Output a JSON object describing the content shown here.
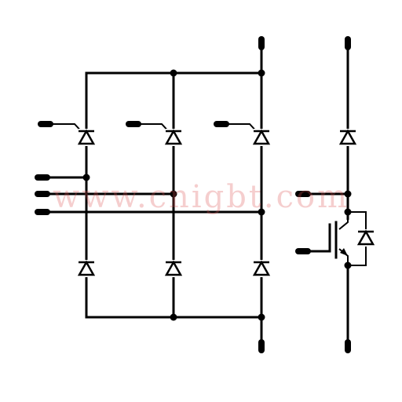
{
  "watermark": {
    "text": "www.cnigbt.com",
    "color": "#dc5050"
  },
  "diagram": {
    "type": "circuit-schematic",
    "components": [
      {
        "kind": "thyristor",
        "bridge": "upper",
        "leg": 1
      },
      {
        "kind": "thyristor",
        "bridge": "upper",
        "leg": 2
      },
      {
        "kind": "thyristor",
        "bridge": "upper",
        "leg": 3
      },
      {
        "kind": "diode",
        "bridge": "lower",
        "leg": 1
      },
      {
        "kind": "diode",
        "bridge": "lower",
        "leg": 2
      },
      {
        "kind": "diode",
        "bridge": "lower",
        "leg": 3
      },
      {
        "kind": "diode",
        "position": "brake-upper"
      },
      {
        "kind": "igbt",
        "position": "brake-switch"
      },
      {
        "kind": "freewheel-diode",
        "position": "brake-switch"
      }
    ],
    "terminals": [
      "dc-plus",
      "dc-minus",
      "gate-1",
      "gate-2",
      "gate-3",
      "ac-1",
      "ac-2",
      "ac-3",
      "brake-top",
      "brake-output",
      "brake-gate",
      "brake-bottom"
    ]
  }
}
